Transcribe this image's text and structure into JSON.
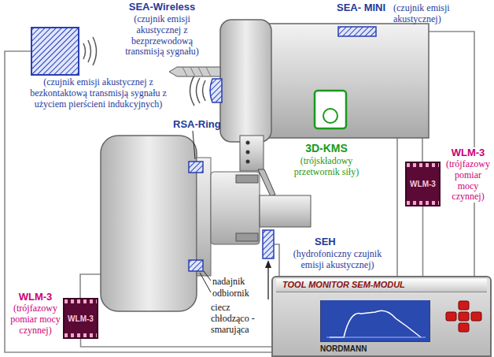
{
  "diagram": {
    "nodes": [
      {
        "text": [
          "WLM-3",
          "WLM-3",
          "(trójfazowy pomiar mocy czynnej)"
        ]
      },
      {
        "text": [
          "WLM-3",
          "WLM-3",
          "(trójfazowy pomiar mocy czynnej)"
        ]
      },
      {
        "text": [
          "TOOL MONITOR SEM-MODUL",
          "NORDMANN"
        ]
      }
    ],
    "edges": [
      {
        "from": 0,
        "to": 2,
        "arrow": "none"
      },
      {
        "from": 1,
        "to": 2,
        "arrow": "none"
      }
    ],
    "labels": [
      "SEA-Wireless",
      "(czujnik emisji akustycznej z bezprzewodową transmisją sygnału)",
      "SEA- MINI",
      "(czujnik emisji akustycznej)",
      "(czujnik emisji akustycznej z bezkontaktową transmisją sygnału z użyciem pierścieni indukcyjnych)",
      "RSA-Ring",
      "3D-KMS",
      "(trójskładowy przetwornik siły)",
      "SEH",
      "(hydrofoniczny czujnik emisji akustycznej)",
      "nadajnik",
      "odbiornik",
      "ciecz chłodząco - smarująca"
    ]
  }
}
